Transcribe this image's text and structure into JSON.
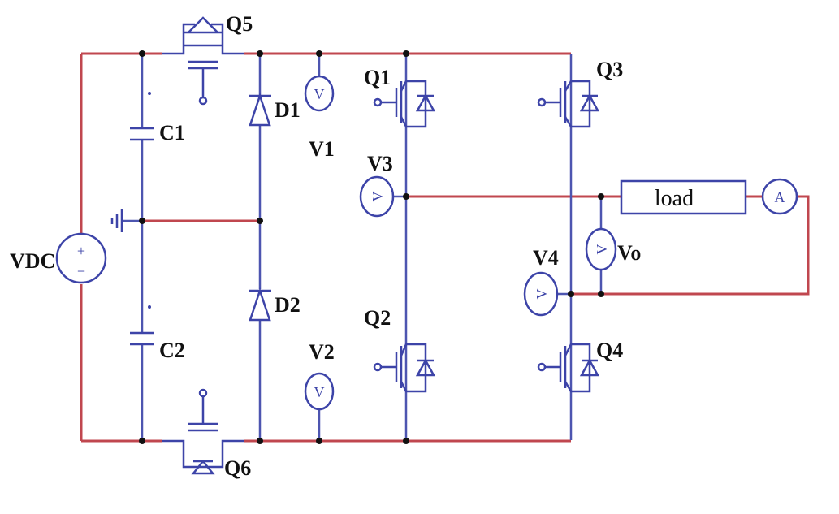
{
  "labels": {
    "vdc": "VDC",
    "c1": "C1",
    "c2": "C2",
    "q5": "Q5",
    "q6": "Q6",
    "d1": "D1",
    "d2": "D2",
    "v1": "V1",
    "v2": "V2",
    "q1": "Q1",
    "q2": "Q2",
    "q3": "Q3",
    "q4": "Q4",
    "v3": "V3",
    "v4": "V4",
    "vo": "Vo",
    "load": "load"
  },
  "meters": {
    "voltmeter": "V",
    "ammeter": "A"
  },
  "source": {
    "plus": "+",
    "minus": "−"
  },
  "colors": {
    "main_wire": "#c0474f",
    "component": "#3d44a8"
  }
}
